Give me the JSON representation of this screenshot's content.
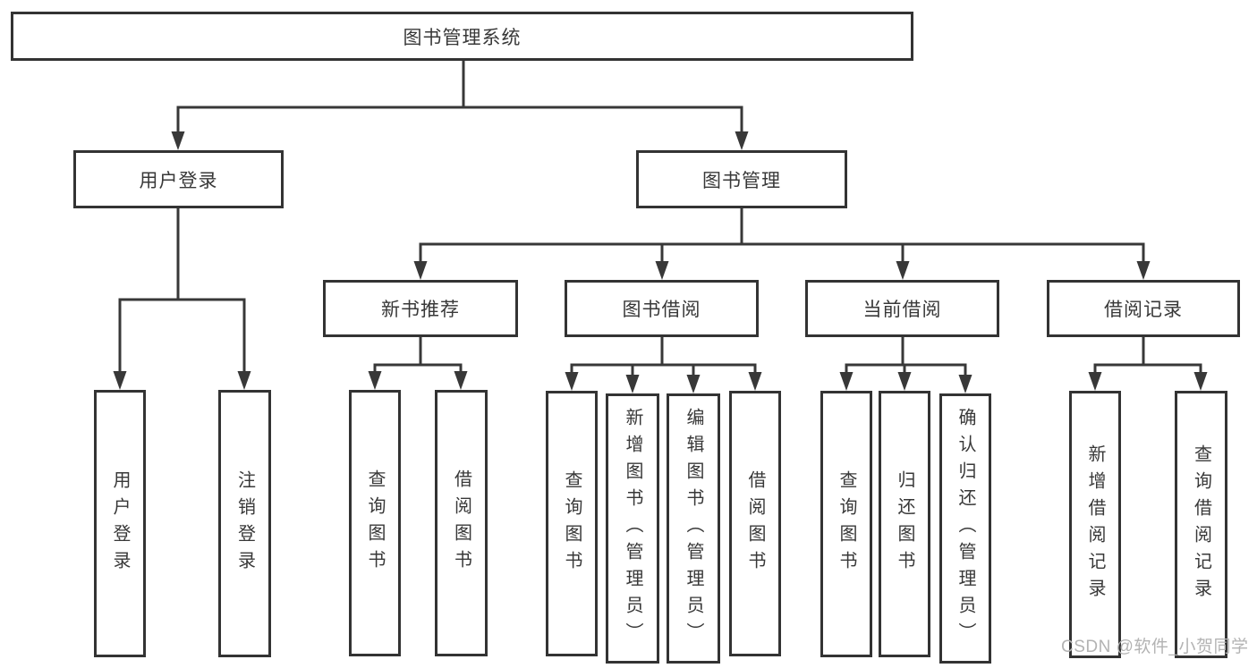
{
  "diagram": {
    "root": {
      "label": "图书管理系统"
    },
    "branches": [
      {
        "label": "用户登录",
        "children": [
          {
            "label": "用户登录"
          },
          {
            "label": "注销登录"
          }
        ]
      },
      {
        "label": "图书管理",
        "children": [
          {
            "label": "新书推荐",
            "children": [
              {
                "label": "查询图书"
              },
              {
                "label": "借阅图书"
              }
            ]
          },
          {
            "label": "图书借阅",
            "children": [
              {
                "label": "查询图书"
              },
              {
                "label": "新增图书（管理员）"
              },
              {
                "label": "编辑图书（管理员）"
              },
              {
                "label": "借阅图书"
              }
            ]
          },
          {
            "label": "当前借阅",
            "children": [
              {
                "label": "查询图书"
              },
              {
                "label": "归还图书"
              },
              {
                "label": "确认归还（管理员）"
              }
            ]
          },
          {
            "label": "借阅记录",
            "children": [
              {
                "label": "新增借阅记录"
              },
              {
                "label": "查询借阅记录"
              }
            ]
          }
        ]
      }
    ]
  },
  "watermark": "CSDN @软件_小贺同学",
  "colors": {
    "line": "#383838",
    "border": "#333333",
    "text": "#383838",
    "watermark": "#b3b3b3",
    "background": "#ffffff"
  }
}
